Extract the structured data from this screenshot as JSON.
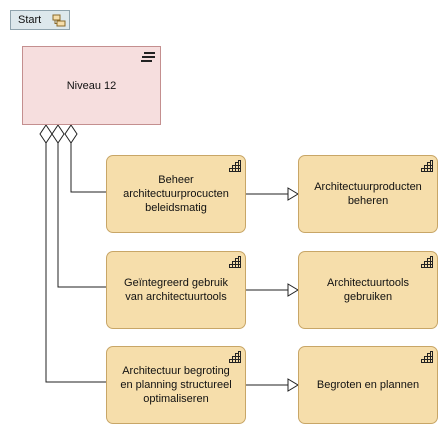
{
  "start_button": {
    "label": "Start",
    "icon": "start-icon"
  },
  "root": {
    "label": "Niveau 12",
    "icon": "menu-lines-icon"
  },
  "rows": [
    {
      "left": "Beheer architectuurprocucten beleidsmatig",
      "right": "Architectuurproducten beheren"
    },
    {
      "left": "Geïntegreerd gebruik van architectuurtools",
      "right": "Architectuurtools gebruiken"
    },
    {
      "left": "Architectuur begroting en planning structureel optimaliseren",
      "right": "Begroten en plannen"
    }
  ],
  "node_icon": "staircase-icon",
  "colors": {
    "root_fill": "#f6dede",
    "node_fill": "#f6deab",
    "node_border": "#c8a667",
    "start_fill": "#dde8ec"
  }
}
